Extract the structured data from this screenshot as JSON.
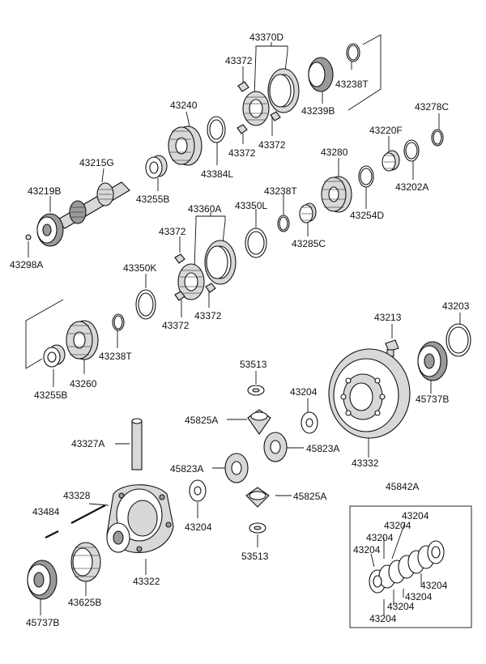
{
  "labels": {
    "l_43370D": "43370D",
    "l_43372_a": "43372",
    "l_43238T_a": "43238T",
    "l_43239B": "43239B",
    "l_43372_b": "43372",
    "l_43372_c": "43372",
    "l_43240": "43240",
    "l_43384L": "43384L",
    "l_43278C": "43278C",
    "l_43220F": "43220F",
    "l_43280": "43280",
    "l_43202A": "43202A",
    "l_43254D": "43254D",
    "l_43215G": "43215G",
    "l_43219B": "43219B",
    "l_43255B_a": "43255B",
    "l_43238T_b": "43238T",
    "l_43360A": "43360A",
    "l_43350L": "43350L",
    "l_43285C": "43285C",
    "l_43298A": "43298A",
    "l_43372_d": "43372",
    "l_43350K": "43350K",
    "l_43372_e": "43372",
    "l_43372_f": "43372",
    "l_43238T_c": "43238T",
    "l_43260": "43260",
    "l_43255B_b": "43255B",
    "l_43213": "43213",
    "l_43203": "43203",
    "l_53513_a": "53513",
    "l_43204_a": "43204",
    "l_45737B_a": "45737B",
    "l_45825A_a": "45825A",
    "l_45823A_a": "45823A",
    "l_43332": "43332",
    "l_43327A": "43327A",
    "l_45823A_b": "45823A",
    "l_45825A_b": "45825A",
    "l_45842A": "45842A",
    "l_43328": "43328",
    "l_43484": "43484",
    "l_43204_b": "43204",
    "l_53513_b": "53513",
    "l_43322": "43322",
    "l_43625B": "43625B",
    "l_45737B_b": "45737B",
    "k1": "43204",
    "k2": "43204",
    "k3": "43204",
    "k4": "43204",
    "k5": "43204",
    "k6": "43204",
    "k7": "43204",
    "k8": "43204"
  }
}
